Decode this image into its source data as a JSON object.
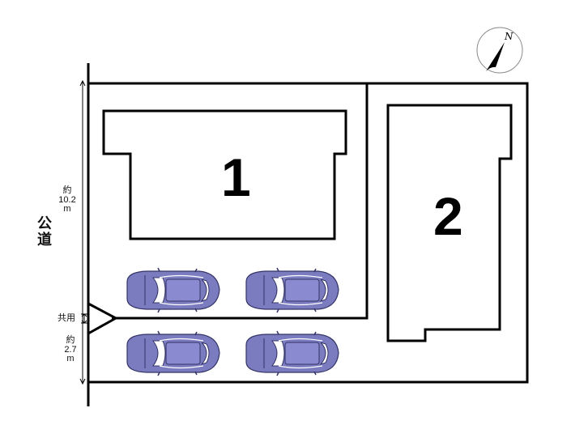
{
  "plan": {
    "lot1_label": "1",
    "lot2_label": "2",
    "road_label": "公道",
    "width_dim": {
      "prefix": "約",
      "value": "10.2",
      "unit": "m"
    },
    "driveway_dim": {
      "prefix": "約",
      "value": "2.7",
      "unit": "m"
    },
    "shared_label": "共用",
    "compass_label": "N"
  },
  "colors": {
    "car": "#7b7bc0",
    "line": "#000000"
  }
}
